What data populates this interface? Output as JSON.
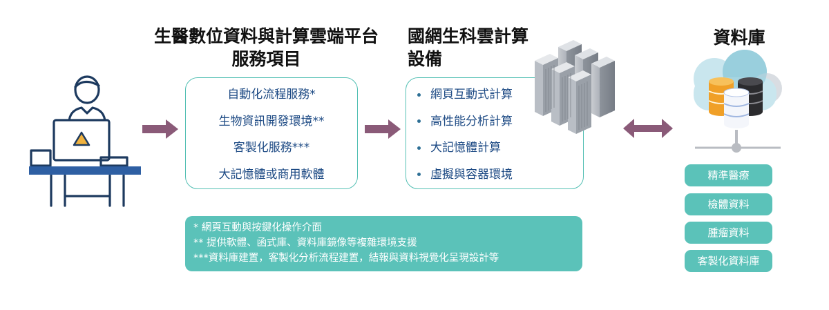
{
  "platform": {
    "title_line1": "生醫數位資料與計算雲端平台",
    "title_line2": "服務項目",
    "services": [
      "自動化流程服務*",
      "生物資訊開發環境**",
      "客製化服務***",
      "大記憶體或商用軟體"
    ]
  },
  "cloud": {
    "title_line1": "國網生科雲計算",
    "title_line2": "設備",
    "items": [
      "網頁互動式計算",
      "高性能分析計算",
      "大記憶體計算",
      "虛擬與容器環境"
    ]
  },
  "notes": {
    "line1": "*   網頁互動與按鍵化操作介面",
    "line2": "**  提供軟體、函式庫、資料庫鏡像等複雜環境支援",
    "line3": "***資料庫建置，客製化分析流程建置，結報與資料視覺化呈現設計等"
  },
  "database": {
    "title": "資料庫",
    "items": [
      "精準醫療",
      "檢體資料",
      "腫瘤資料",
      "客製化資料庫"
    ]
  },
  "colors": {
    "teal": "#5bc2b9",
    "navy": "#1d3a5f",
    "arrow": "#8a5a78",
    "text_blue": "#1d4a84"
  },
  "icons": [
    "user-at-computer-icon",
    "server-rack-icon",
    "cloud-database-icon",
    "right-arrow-icon",
    "double-arrow-icon"
  ]
}
